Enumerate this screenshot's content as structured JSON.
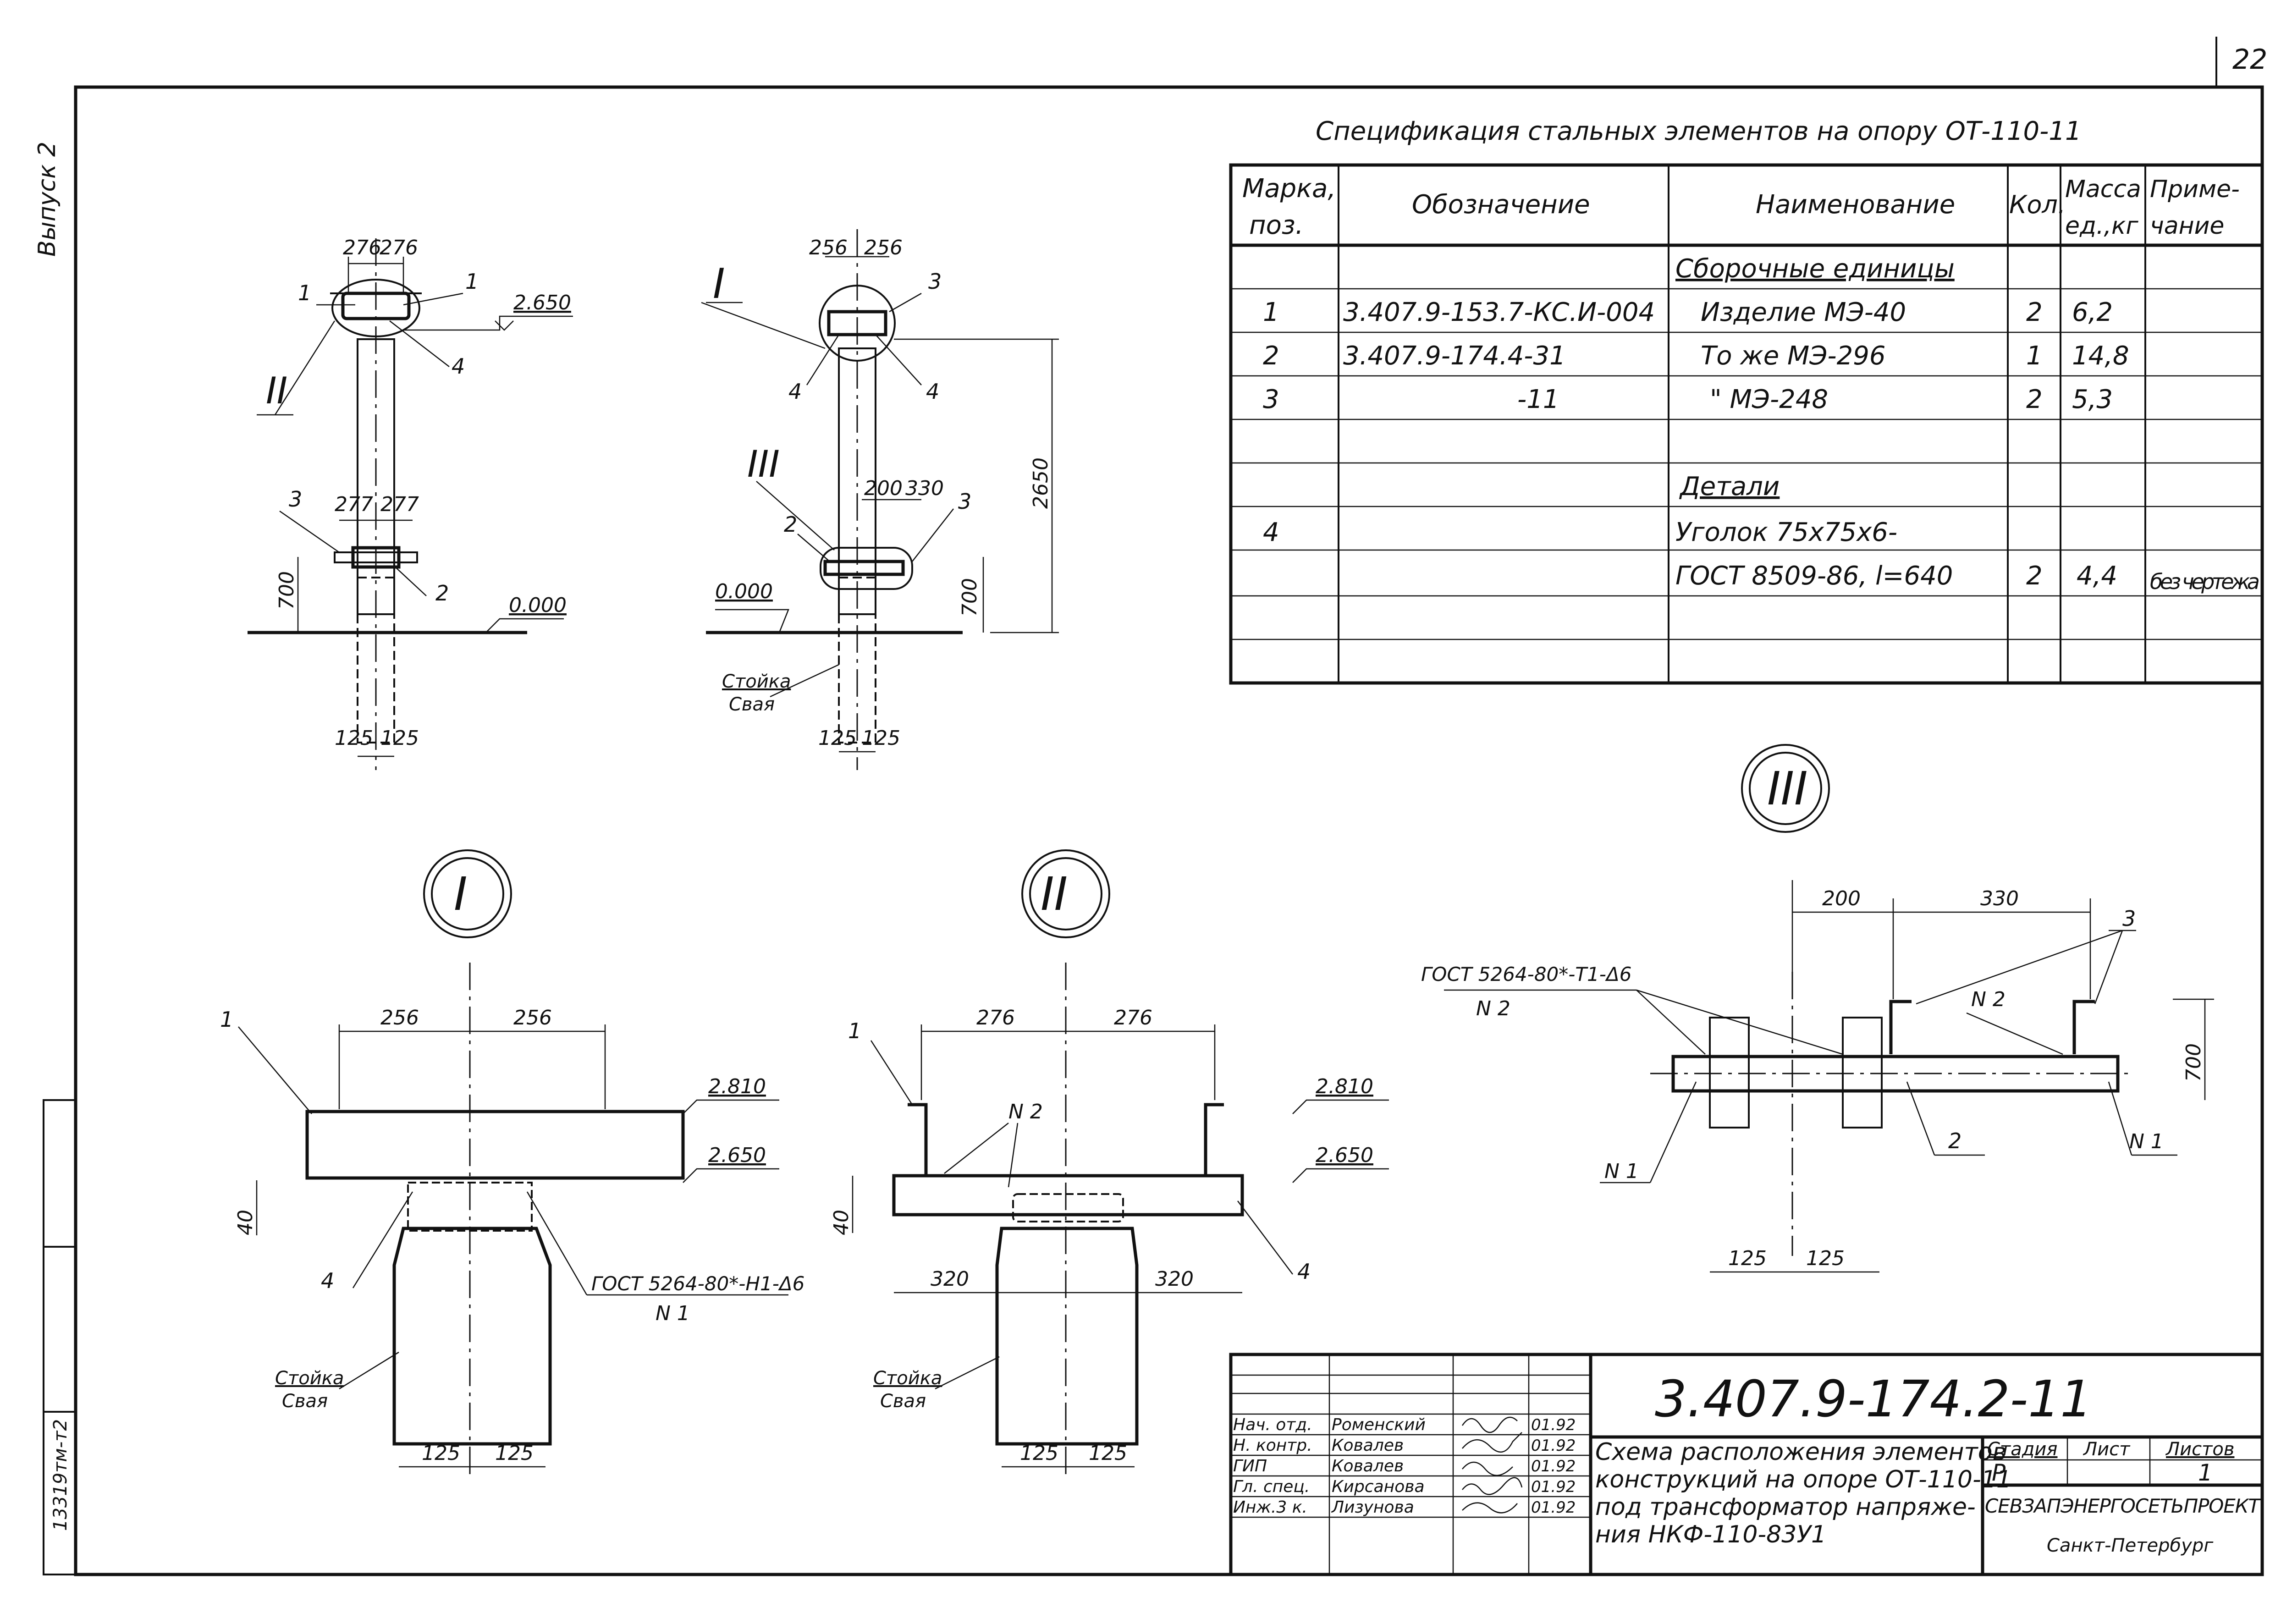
{
  "sheet": {
    "page_number": "22",
    "side_label": "Выпуск 2",
    "side_code": "13319тм-т2"
  },
  "spec": {
    "title": "Спецификация стальных элементов на опору ОТ-110-11",
    "headers": {
      "mark": [
        "Марка,",
        "поз."
      ],
      "designation": "Обозначение",
      "name": "Наименование",
      "qty": "Кол.",
      "mass": [
        "Масса",
        "ед.,кг"
      ],
      "note": [
        "Приме-",
        "чание"
      ]
    },
    "rows": [
      {
        "mark": "",
        "designation": "",
        "name": "Сборочные единицы",
        "qty": "",
        "mass": "",
        "note": ""
      },
      {
        "mark": "1",
        "designation": "3.407.9-153.7-КС.И-004",
        "name": "Изделие МЭ-40",
        "qty": "2",
        "mass": "6,2",
        "note": ""
      },
      {
        "mark": "2",
        "designation": "3.407.9-174.4-31",
        "name": "То же МЭ-296",
        "qty": "1",
        "mass": "14,8",
        "note": ""
      },
      {
        "mark": "3",
        "designation": "-11",
        "name": "\"   МЭ-248",
        "qty": "2",
        "mass": "5,3",
        "note": ""
      },
      {
        "mark": "",
        "designation": "",
        "name": "",
        "qty": "",
        "mass": "",
        "note": ""
      },
      {
        "mark": "",
        "designation": "",
        "name": "Детали",
        "qty": "",
        "mass": "",
        "note": ""
      },
      {
        "mark": "4",
        "designation": "",
        "name": "Уголок 75х75х6-",
        "qty": "",
        "mass": "",
        "note": ""
      },
      {
        "mark": "",
        "designation": "",
        "name": "ГОСТ 8509-86, l=640",
        "qty": "2",
        "mass": "4,4",
        "note": "без чертежа"
      },
      {
        "mark": "",
        "designation": "",
        "name": "",
        "qty": "",
        "mass": "",
        "note": ""
      },
      {
        "mark": "",
        "designation": "",
        "name": "",
        "qty": "",
        "mass": "",
        "note": ""
      }
    ]
  },
  "drawing": {
    "view1": {
      "dims": {
        "a": "276",
        "b": "276",
        "c": "277",
        "d": "277",
        "h": "700",
        "e": "125",
        "f": "125"
      },
      "levels": {
        "top": "2.650",
        "ground": "0.000"
      },
      "marks": {
        "m1": "1",
        "m1b": "1",
        "m4": "4",
        "m3": "3",
        "m2": "2"
      },
      "callout": "II"
    },
    "view2": {
      "dims": {
        "a": "256",
        "b": "256",
        "c": "200",
        "d": "330",
        "h": "700",
        "total": "2650",
        "e": "125",
        "f": "125"
      },
      "levels": {
        "ground": "0.000"
      },
      "marks": {
        "m3a": "3",
        "m4a": "4",
        "m4b": "4",
        "m2": "2",
        "m3b": "3"
      },
      "callouts": {
        "top": "I",
        "mid": "III"
      },
      "pile": [
        "Стойка",
        "Свая"
      ]
    },
    "detail1": {
      "circle": "I",
      "dims": {
        "a": "256",
        "b": "256",
        "h": "40",
        "e": "125",
        "f": "125"
      },
      "levels": {
        "top": "2.810",
        "mid": "2.650"
      },
      "marks": {
        "m1": "1",
        "m4": "4"
      },
      "weld": "ГОСТ 5264-80*-Н1-Δ6",
      "weld_n": "N 1",
      "pile": [
        "Стойка",
        "Свая"
      ]
    },
    "detail2": {
      "circle": "II",
      "dims": {
        "a": "276",
        "b": "276",
        "h": "40",
        "c": "320",
        "d": "320",
        "e": "125",
        "f": "125"
      },
      "levels": {
        "top": "2.810",
        "mid": "2.650"
      },
      "marks": {
        "m1": "1",
        "m4": "4"
      },
      "weld_n": "N 2",
      "pile": [
        "Стойка",
        "Свая"
      ]
    },
    "detail3": {
      "circle": "III",
      "dims": {
        "a": "200",
        "b": "330",
        "h": "700",
        "e": "125",
        "f": "125"
      },
      "weld": "ГОСТ 5264-80*-Т1-Δ6",
      "weld_n": "N 2",
      "marks": {
        "m3": "3",
        "m2": "2",
        "n1a": "N 1",
        "n1b": "N 1",
        "n2": "N 2"
      }
    }
  },
  "title_block": {
    "code": "3.407.9-174.2-11",
    "description": [
      "Схема расположения элементов",
      "конструкций на опоре ОТ-110-11",
      "под трансформатор напряже-",
      "ния НКФ-110-83У1"
    ],
    "stage_label": "Стадия",
    "sheet_label": "Лист",
    "sheets_label": "Листов",
    "stage": "Р",
    "sheet": "1",
    "org": "СЕВЗАПЭНЕРГОСЕТЬПРОЕКТ",
    "city": "Санкт-Петербург",
    "signatures": [
      {
        "role": "Нач. отд.",
        "name": "Роменский",
        "date": "01.92"
      },
      {
        "role": "Н. контр.",
        "name": "Ковалев",
        "date": "01.92"
      },
      {
        "role": "ГИП",
        "name": "Ковалев",
        "date": "01.92"
      },
      {
        "role": "Гл. спец.",
        "name": "Кирсанова",
        "date": "01.92"
      },
      {
        "role": "Инж.3 к.",
        "name": "Лизунова",
        "date": "01.92"
      }
    ]
  }
}
